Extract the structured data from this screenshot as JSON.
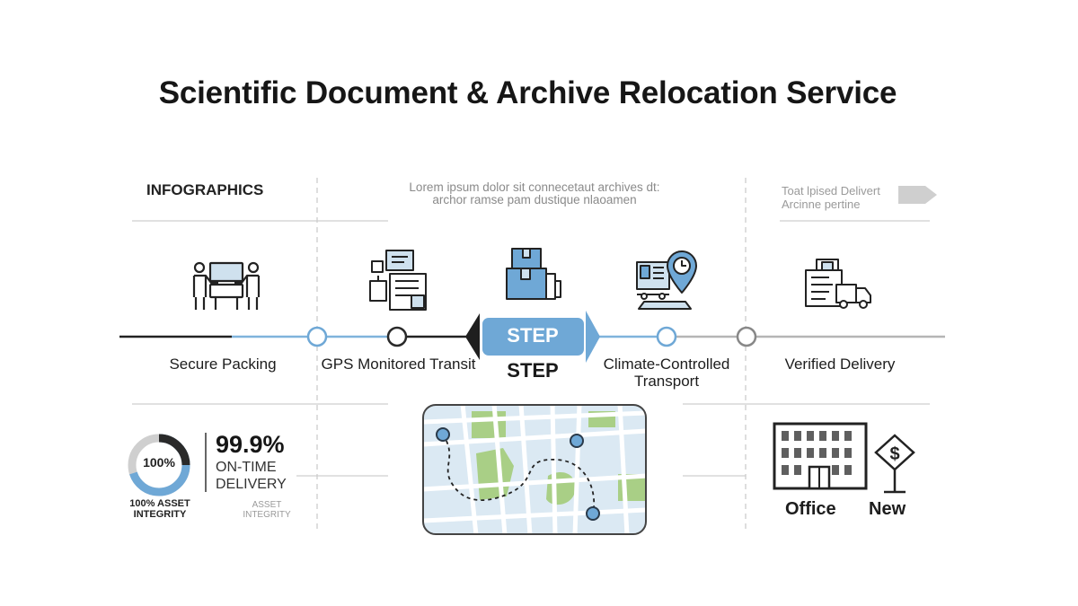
{
  "title": "Scientific Document & Archive Relocation Service",
  "header": {
    "label": "INFOGRAPHICS",
    "lorem": "Lorem ipsum dolor sit connecetaut archives dt: archor ramse pam dustique nlaoamen",
    "right_note": "Toat lpised Delivert Arcinne pertine"
  },
  "steps": [
    {
      "label": "Secure Packing",
      "icon": "workers-packing-icon"
    },
    {
      "label": "GPS Monitored Transit",
      "icon": "documents-boxes-icon"
    },
    {
      "label": "STEP",
      "sub": "STEP",
      "icon": "stacked-boxes-icon"
    },
    {
      "label": "Climate-Controlled Transport",
      "icon": "truck-clock-pin-icon"
    },
    {
      "label": "Verified Delivery",
      "icon": "delivery-van-icon"
    }
  ],
  "stats": {
    "donut_value": "100%",
    "donut_fraction": 0.7,
    "big": "99.9%",
    "mid": "ON-TIME DELIVERY",
    "small_a": "100% ASSET INTEGRITY",
    "small_b": "ASSET INTEGRITY"
  },
  "bottom": {
    "office_label": "Office",
    "new_label": "New"
  },
  "colors": {
    "accent": "#6fa8d6",
    "accent_dark": "#2f5f88",
    "map_green": "#a9cf86",
    "map_water": "#dbe9f3",
    "line_gray": "#b8b8b8"
  }
}
